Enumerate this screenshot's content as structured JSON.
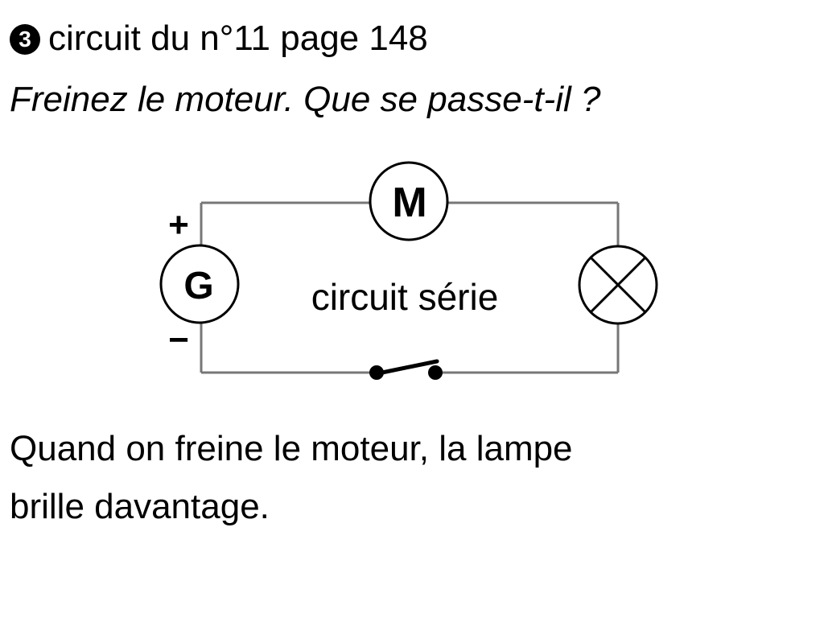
{
  "header": {
    "bullet": "3",
    "title": "circuit du n°11 page 148",
    "question": "Freinez le moteur. Que se passe-t-il ?"
  },
  "diagram": {
    "motor_label": "M",
    "generator_label": "G",
    "plus_label": "+",
    "minus_label": "−",
    "center_label": "circuit série",
    "line_color": "#000000",
    "wire_color": "#777777"
  },
  "answer": {
    "line1": "Quand on freine le moteur, la lampe",
    "line2": "brille davantage."
  }
}
